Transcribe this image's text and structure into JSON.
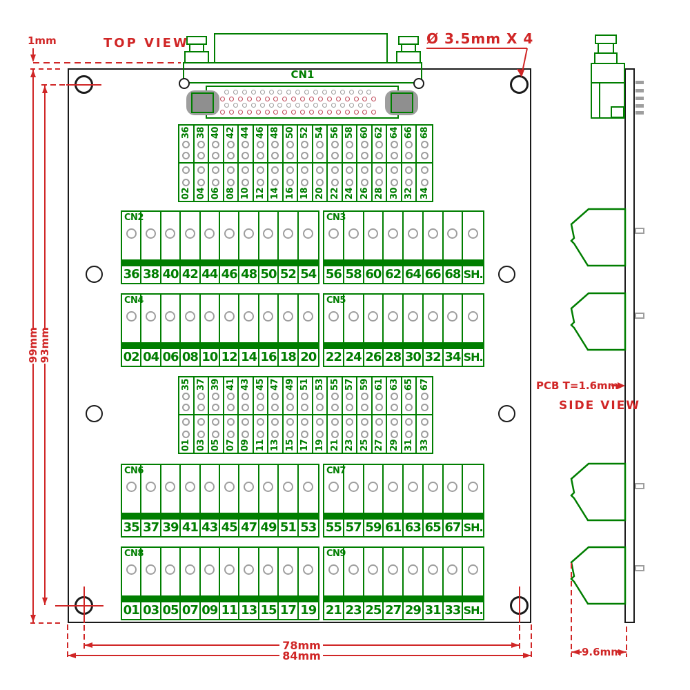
{
  "labels": {
    "top_view": "TOP VIEW",
    "side_view": "SIDE VIEW",
    "cn1": "CN1",
    "hole_spec": "Ø 3.5mm X 4",
    "pcb_thickness": "PCB T=1.6mm",
    "dim_1mm": "1mm",
    "dim_99mm": "99mm",
    "dim_93mm": "93mm",
    "dim_78mm": "78mm",
    "dim_84mm": "84mm",
    "dim_9_6mm": "9.6mm"
  },
  "colors": {
    "outline_black": "#1a1a1a",
    "connector_green": "#007e00",
    "dimension_red": "#d02626",
    "pin_grey": "#9e9e9e",
    "pin_red": "#c04a5a"
  },
  "top_strip": {
    "row_top": [
      "36",
      "38",
      "40",
      "42",
      "44",
      "46",
      "48",
      "50",
      "52",
      "54",
      "56",
      "58",
      "60",
      "62",
      "64",
      "66",
      "68"
    ],
    "row_bottom": [
      "02",
      "04",
      "06",
      "08",
      "10",
      "12",
      "14",
      "16",
      "18",
      "20",
      "22",
      "24",
      "26",
      "28",
      "30",
      "32",
      "34"
    ]
  },
  "mid_strip": {
    "row_top": [
      "35",
      "37",
      "39",
      "41",
      "43",
      "45",
      "47",
      "49",
      "51",
      "53",
      "55",
      "57",
      "59",
      "61",
      "63",
      "65",
      "67"
    ],
    "row_bottom": [
      "01",
      "03",
      "05",
      "07",
      "09",
      "11",
      "13",
      "15",
      "17",
      "19",
      "21",
      "23",
      "25",
      "27",
      "29",
      "31",
      "33"
    ]
  },
  "terminal_blocks": [
    {
      "label": "CN2",
      "terminals": [
        "36",
        "38",
        "40",
        "42",
        "44",
        "46",
        "48",
        "50",
        "52",
        "54"
      ]
    },
    {
      "label": "CN3",
      "terminals": [
        "56",
        "58",
        "60",
        "62",
        "64",
        "66",
        "68",
        "SH."
      ]
    },
    {
      "label": "CN4",
      "terminals": [
        "02",
        "04",
        "06",
        "08",
        "10",
        "12",
        "14",
        "16",
        "18",
        "20"
      ]
    },
    {
      "label": "CN5",
      "terminals": [
        "22",
        "24",
        "26",
        "28",
        "30",
        "32",
        "34",
        "SH."
      ]
    },
    {
      "label": "CN6",
      "terminals": [
        "35",
        "37",
        "39",
        "41",
        "43",
        "45",
        "47",
        "49",
        "51",
        "53"
      ]
    },
    {
      "label": "CN7",
      "terminals": [
        "55",
        "57",
        "59",
        "61",
        "63",
        "65",
        "67",
        "SH."
      ]
    },
    {
      "label": "CN8",
      "terminals": [
        "01",
        "03",
        "05",
        "07",
        "09",
        "11",
        "13",
        "15",
        "17",
        "19"
      ]
    },
    {
      "label": "CN9",
      "terminals": [
        "21",
        "23",
        "25",
        "27",
        "29",
        "31",
        "33",
        "SH."
      ]
    }
  ]
}
